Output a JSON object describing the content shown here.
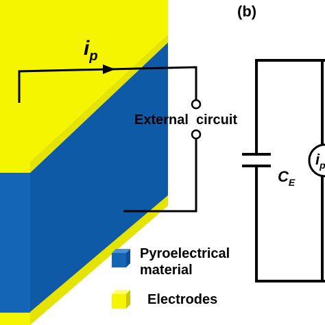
{
  "panel_label": "(b)",
  "current_label": {
    "symbol": "i",
    "subscript": "p"
  },
  "external_circuit_label": "External  circuit",
  "capacitor_label": {
    "symbol": "C",
    "subscript": "E"
  },
  "current_source_label": {
    "symbol": "i",
    "subscript": "p"
  },
  "legend": {
    "pyroelectric_line1": "Pyroelectrical",
    "pyroelectric_line2": "material",
    "electrodes": "Electrodes"
  },
  "colors": {
    "electrode": "#f5f500",
    "electrode_edge": "#d6d600",
    "pyroelectric": "#1565b6",
    "pyroelectric_dark": "#0f5aa6",
    "wire": "#000000"
  }
}
